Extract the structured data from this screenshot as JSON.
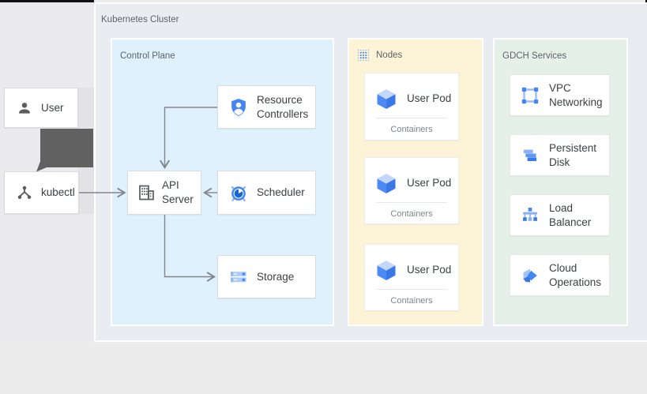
{
  "cluster": {
    "label": "Kubernetes Cluster"
  },
  "actors": {
    "user": {
      "label": "User"
    },
    "kubectl": {
      "label": "kubectl"
    }
  },
  "panels": {
    "control_plane": {
      "label": "Control Plane",
      "nodes": {
        "resource_controllers": {
          "label": "Resource Controllers"
        },
        "api_server": {
          "label": "API Server"
        },
        "scheduler": {
          "label": "Scheduler"
        },
        "storage": {
          "label": "Storage"
        }
      }
    },
    "nodes": {
      "label": "Nodes",
      "pods": [
        {
          "label": "User Pod",
          "sublabel": "Containers"
        },
        {
          "label": "User Pod",
          "sublabel": "Containers"
        },
        {
          "label": "User Pod",
          "sublabel": "Containers"
        }
      ]
    },
    "gdch": {
      "label": "GDCH Services",
      "services": [
        {
          "label": "VPC Networking"
        },
        {
          "label": "Persistent Disk"
        },
        {
          "label": "Load Balancer"
        },
        {
          "label": "Cloud Operations"
        }
      ]
    }
  },
  "icons": {
    "user": "user-icon",
    "kubectl": "kubectl-branch-icon",
    "resource_controllers": "shield-person-icon",
    "api_server": "building-icon",
    "scheduler": "alarm-clock-icon",
    "storage": "server-stack-icon",
    "nodes_header": "dot-grid-icon",
    "user_pod": "cube-icon",
    "vpc_networking": "vpc-corners-icon",
    "persistent_disk": "disk-stack-icon",
    "load_balancer": "load-balancer-tree-icon",
    "cloud_operations": "cloud-ops-cube-icon"
  },
  "colors": {
    "page_bg": "#ececec",
    "left_bg": "#e9e9ee",
    "cluster_bg": "#e9edf2",
    "control_plane_bg": "#dff1fc",
    "nodes_bg": "#fdf3d7",
    "gdch_bg": "#e4f0e8",
    "accent_blue": "#4285f4",
    "accent_blue_light": "#8ab0f8",
    "accent_blue_dark": "#1967d2",
    "arrow_gray": "#80868b",
    "thick_arrow_gray": "#616161",
    "text_dark": "#3c4043",
    "text_muted": "#5f6368",
    "text_light": "#80868b"
  }
}
